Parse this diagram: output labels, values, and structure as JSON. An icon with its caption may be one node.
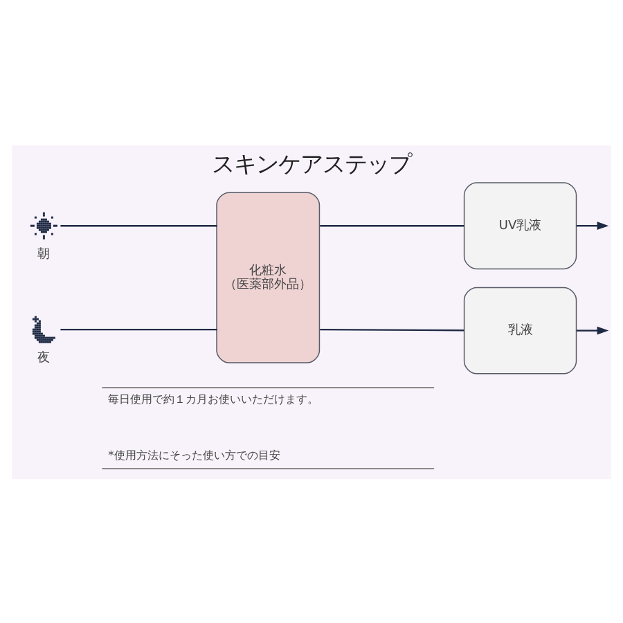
{
  "diagram": {
    "title": "スキンケアステップ",
    "nodes": [
      {
        "text": [],
        "shape": "picture",
        "beside": [
          "朝"
        ]
      },
      {
        "text": [],
        "shape": "picture",
        "beside": [
          "夜"
        ]
      },
      {
        "text": [
          "化粧水",
          "（医薬部外品）"
        ]
      },
      {
        "text": [
          "UV乳液"
        ]
      },
      {
        "text": [
          "乳液"
        ]
      }
    ],
    "edges": [
      {
        "from": 0,
        "to": 2,
        "arrow": "none"
      },
      {
        "from": 2,
        "to": 3,
        "arrow": "none"
      },
      {
        "from": 3,
        "to": null,
        "arrow": "to"
      },
      {
        "from": 1,
        "to": 2,
        "arrow": "none"
      },
      {
        "from": 2,
        "to": 4,
        "arrow": "none"
      },
      {
        "from": 4,
        "to": null,
        "arrow": "to"
      }
    ],
    "labels": [
      "毎日使用で約１カ月お使いいただけます。",
      "*使用方法にそった使い方での目安"
    ]
  }
}
